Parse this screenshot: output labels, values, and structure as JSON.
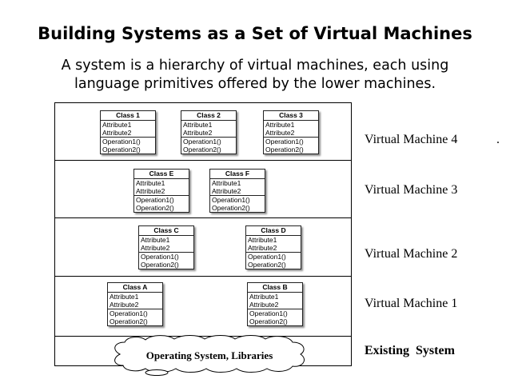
{
  "title": "Building Systems as a Set of Virtual Machines",
  "subtitle_line1": "A system is a hierarchy of virtual machines, each using",
  "subtitle_line2": "language primitives offered by the lower machines.",
  "layers": [
    {
      "label": "Virtual Machine 4",
      "trailing": "."
    },
    {
      "label": "Virtual Machine 3"
    },
    {
      "label": "Virtual Machine 2"
    },
    {
      "label": "Virtual Machine 1"
    },
    {
      "label": "Existing  System"
    }
  ],
  "base_cloud_label": "Operating System, Libraries",
  "classes": {
    "c1": {
      "name": "Class 1",
      "attributes": [
        "Attribute1",
        "Attribute2"
      ],
      "operations": [
        "Operation1()",
        "Operation2()"
      ]
    },
    "c2": {
      "name": "Class 2",
      "attributes": [
        "Attribute1",
        "Attribute2"
      ],
      "operations": [
        "Operation1()",
        "Operation2()"
      ]
    },
    "c3": {
      "name": "Class 3",
      "attributes": [
        "Attribute1",
        "Attribute2"
      ],
      "operations": [
        "Operation1()",
        "Operation2()"
      ]
    },
    "cE": {
      "name": "Class E",
      "attributes": [
        "Attribute1",
        "Attribute2"
      ],
      "operations": [
        "Operation1()",
        "Operation2()"
      ]
    },
    "cF": {
      "name": "Class F",
      "attributes": [
        "Attribute1",
        "Attribute2"
      ],
      "operations": [
        "Operation1()",
        "Operation2()"
      ]
    },
    "cC": {
      "name": "Class C",
      "attributes": [
        "Attribute1",
        "Attribute2"
      ],
      "operations": [
        "Operation1()",
        "Operation2()"
      ]
    },
    "cD": {
      "name": "Class D",
      "attributes": [
        "Attribute1",
        "Attribute2"
      ],
      "operations": [
        "Operation1()",
        "Operation2()"
      ]
    },
    "cA": {
      "name": "Class A",
      "attributes": [
        "Attribute1",
        "Attribute2"
      ],
      "operations": [
        "Operation1()",
        "Operation2()"
      ]
    },
    "cB": {
      "name": "Class B",
      "attributes": [
        "Attribute1",
        "Attribute2"
      ],
      "operations": [
        "Operation1()",
        "Operation2()"
      ]
    }
  }
}
